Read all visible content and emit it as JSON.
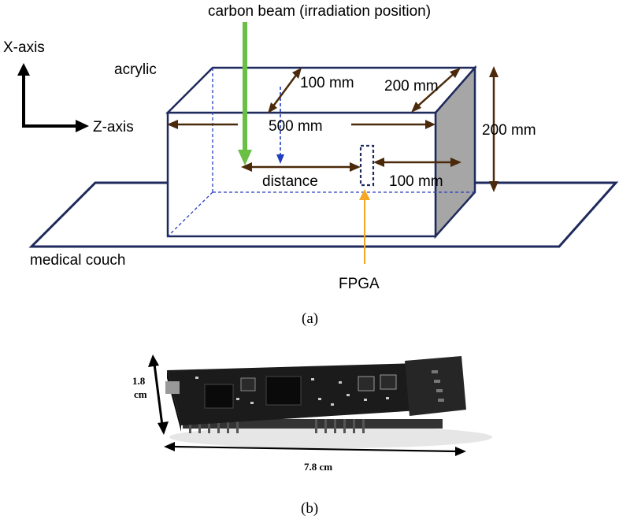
{
  "panel_a": {
    "beam_label": "carbon beam (irradiation position)",
    "x_axis_label": "X-axis",
    "z_axis_label": "Z-axis",
    "material_label": "acrylic",
    "couch_label": "medical couch",
    "fpga_label": "FPGA",
    "distance_label": "distance",
    "depth_label": "100 mm",
    "width_label": "200 mm",
    "length_label": "500 mm",
    "height_label": "200 mm",
    "offset_label": "100 mm",
    "caption": "(a)"
  },
  "panel_b": {
    "height_label_line1": "1.8",
    "height_label_line2": "cm",
    "length_label": "7.8 cm",
    "caption": "(b)"
  },
  "colors": {
    "outline": "#1f2a5c",
    "beam": "#6abf45",
    "fpga_arrow": "#f5a623",
    "dimension": "#4a2a0a",
    "depth_arrow": "#1f3fbf",
    "side_face": "#a6a6a6"
  }
}
